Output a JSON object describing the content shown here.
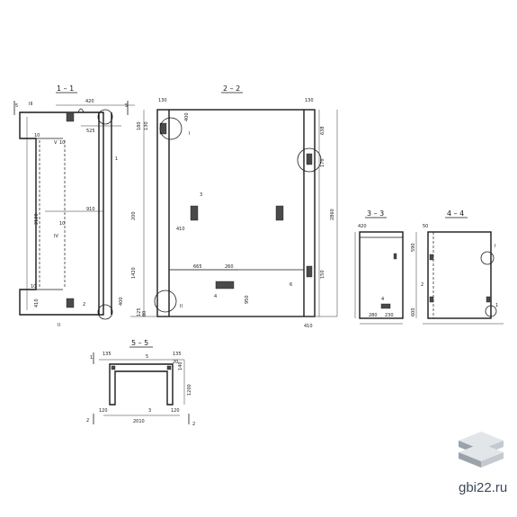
{
  "sections": {
    "s11": "1 – 1",
    "s22": "2 – 2",
    "s33": "3 – 3",
    "s44": "4 – 4",
    "s55": "5 – 5"
  },
  "labels": {
    "n5a": "5",
    "n5b": "5",
    "r3": "III",
    "r5": "V",
    "r4": "IV",
    "r2": "II",
    "n1": "1",
    "n2": "2",
    "d420": "420",
    "d525": "525",
    "d910": "910",
    "d10a": "10",
    "d10b": "10",
    "d10c": "10",
    "d10d": "10",
    "d2120": "2120",
    "d410a": "410",
    "d400a": "400",
    "d130a": "130",
    "d130b": "130",
    "d180": "180",
    "d130c": "130",
    "d400b": "400",
    "r1a": "I",
    "n3": "3",
    "d200": "200",
    "d410b": "410",
    "d1420": "1420",
    "d665": "665",
    "d260": "260",
    "n4": "4",
    "d125": "125",
    "d80": "80",
    "r2b": "II",
    "d950": "950",
    "d170": "170",
    "d150": "150",
    "n6": "6",
    "d638": "638",
    "d2860": "2860",
    "d410c": "410",
    "d420b": "420",
    "n4b": "4",
    "d280": "280",
    "d230": "230",
    "d50": "50",
    "d590": "590",
    "d600": "600",
    "r1b": "I",
    "n2b": "2",
    "n1b": "1",
    "e135a": "135",
    "e135b": "135",
    "e1": "1",
    "e5": "5",
    "e1200": "1200",
    "e140": "140",
    "e120a": "120",
    "e120b": "120",
    "e2010": "2010",
    "e2a": "2",
    "e2b": "2",
    "e3": "3",
    "e20": "20"
  },
  "watermark": {
    "text": "gbi22.ru",
    "icon": "stacked-slabs-icon"
  }
}
